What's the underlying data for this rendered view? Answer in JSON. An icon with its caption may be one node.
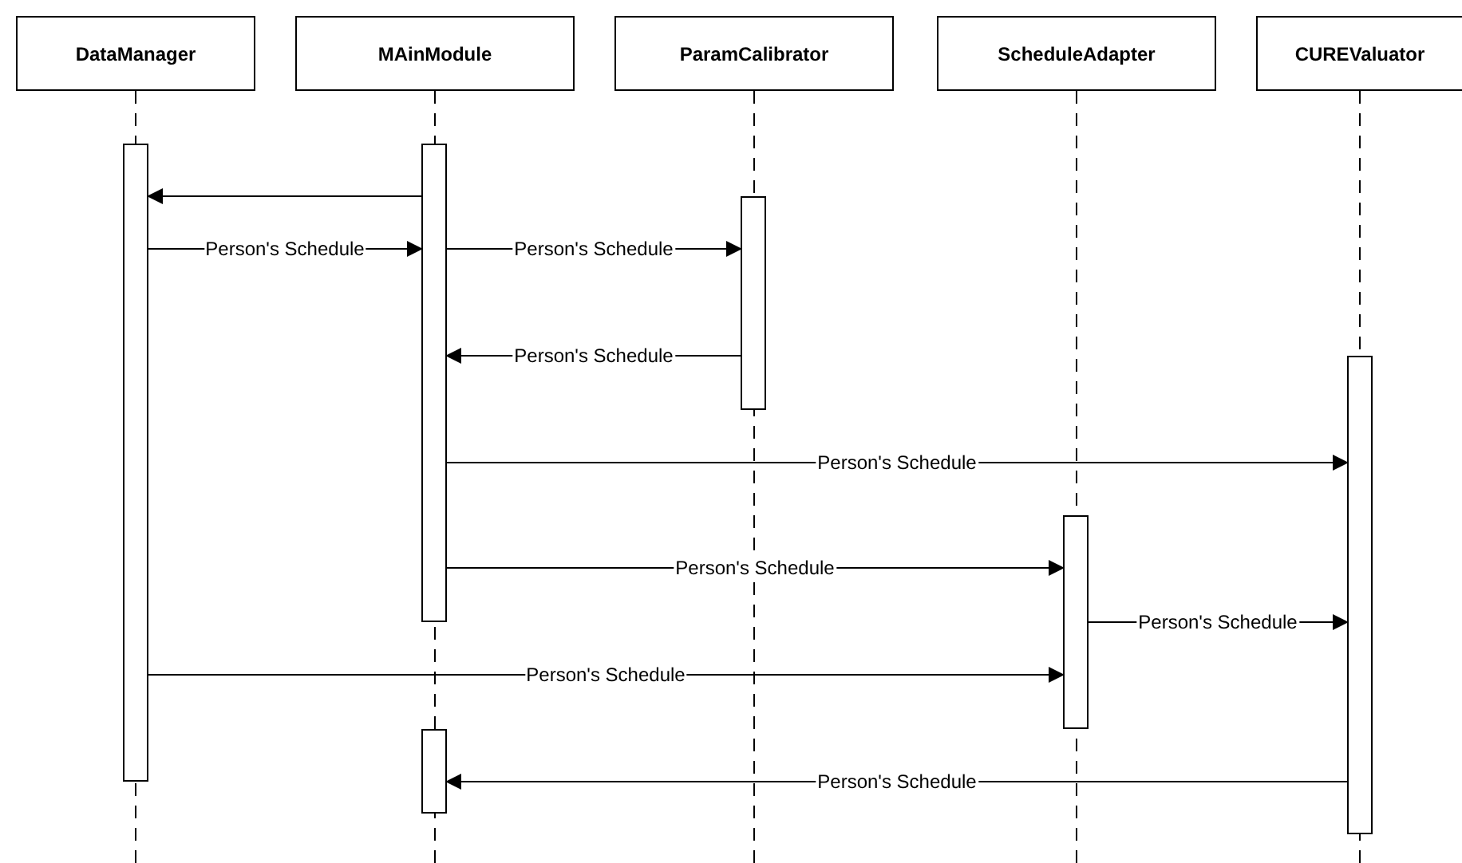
{
  "diagram": {
    "nodes": [
      {
        "text": [
          "DataManager"
        ]
      },
      {
        "text": [
          "MAinModule"
        ]
      },
      {
        "text": [
          "ParamCalibrator"
        ]
      },
      {
        "text": [
          "ScheduleAdapter"
        ]
      },
      {
        "text": [
          "CUREValuator"
        ]
      },
      {
        "text": [],
        "shape": "bar"
      },
      {
        "text": [],
        "shape": "bar"
      },
      {
        "text": [],
        "shape": "bar"
      },
      {
        "text": [],
        "shape": "bar"
      },
      {
        "text": [],
        "shape": "bar"
      },
      {
        "text": [],
        "shape": "bar"
      }
    ],
    "edges": [
      {
        "from": 6,
        "to": 5,
        "arrow": "to"
      },
      {
        "from": 5,
        "to": 6,
        "arrow": "to",
        "label": "Person's Schedule"
      },
      {
        "from": 6,
        "to": 7,
        "arrow": "to",
        "label": "Person's Schedule"
      },
      {
        "from": 7,
        "to": 6,
        "arrow": "to",
        "label": "Person's Schedule"
      },
      {
        "from": 6,
        "to": 9,
        "arrow": "to",
        "label": "Person's Schedule"
      },
      {
        "from": 6,
        "to": 8,
        "arrow": "to",
        "label": "Person's Schedule"
      },
      {
        "from": 8,
        "to": 9,
        "arrow": "to",
        "label": "Person's Schedule"
      },
      {
        "from": 5,
        "to": 8,
        "arrow": "to",
        "label": "Person's Schedule"
      },
      {
        "from": 9,
        "to": 10,
        "arrow": "to",
        "label": "Person's Schedule"
      }
    ]
  }
}
